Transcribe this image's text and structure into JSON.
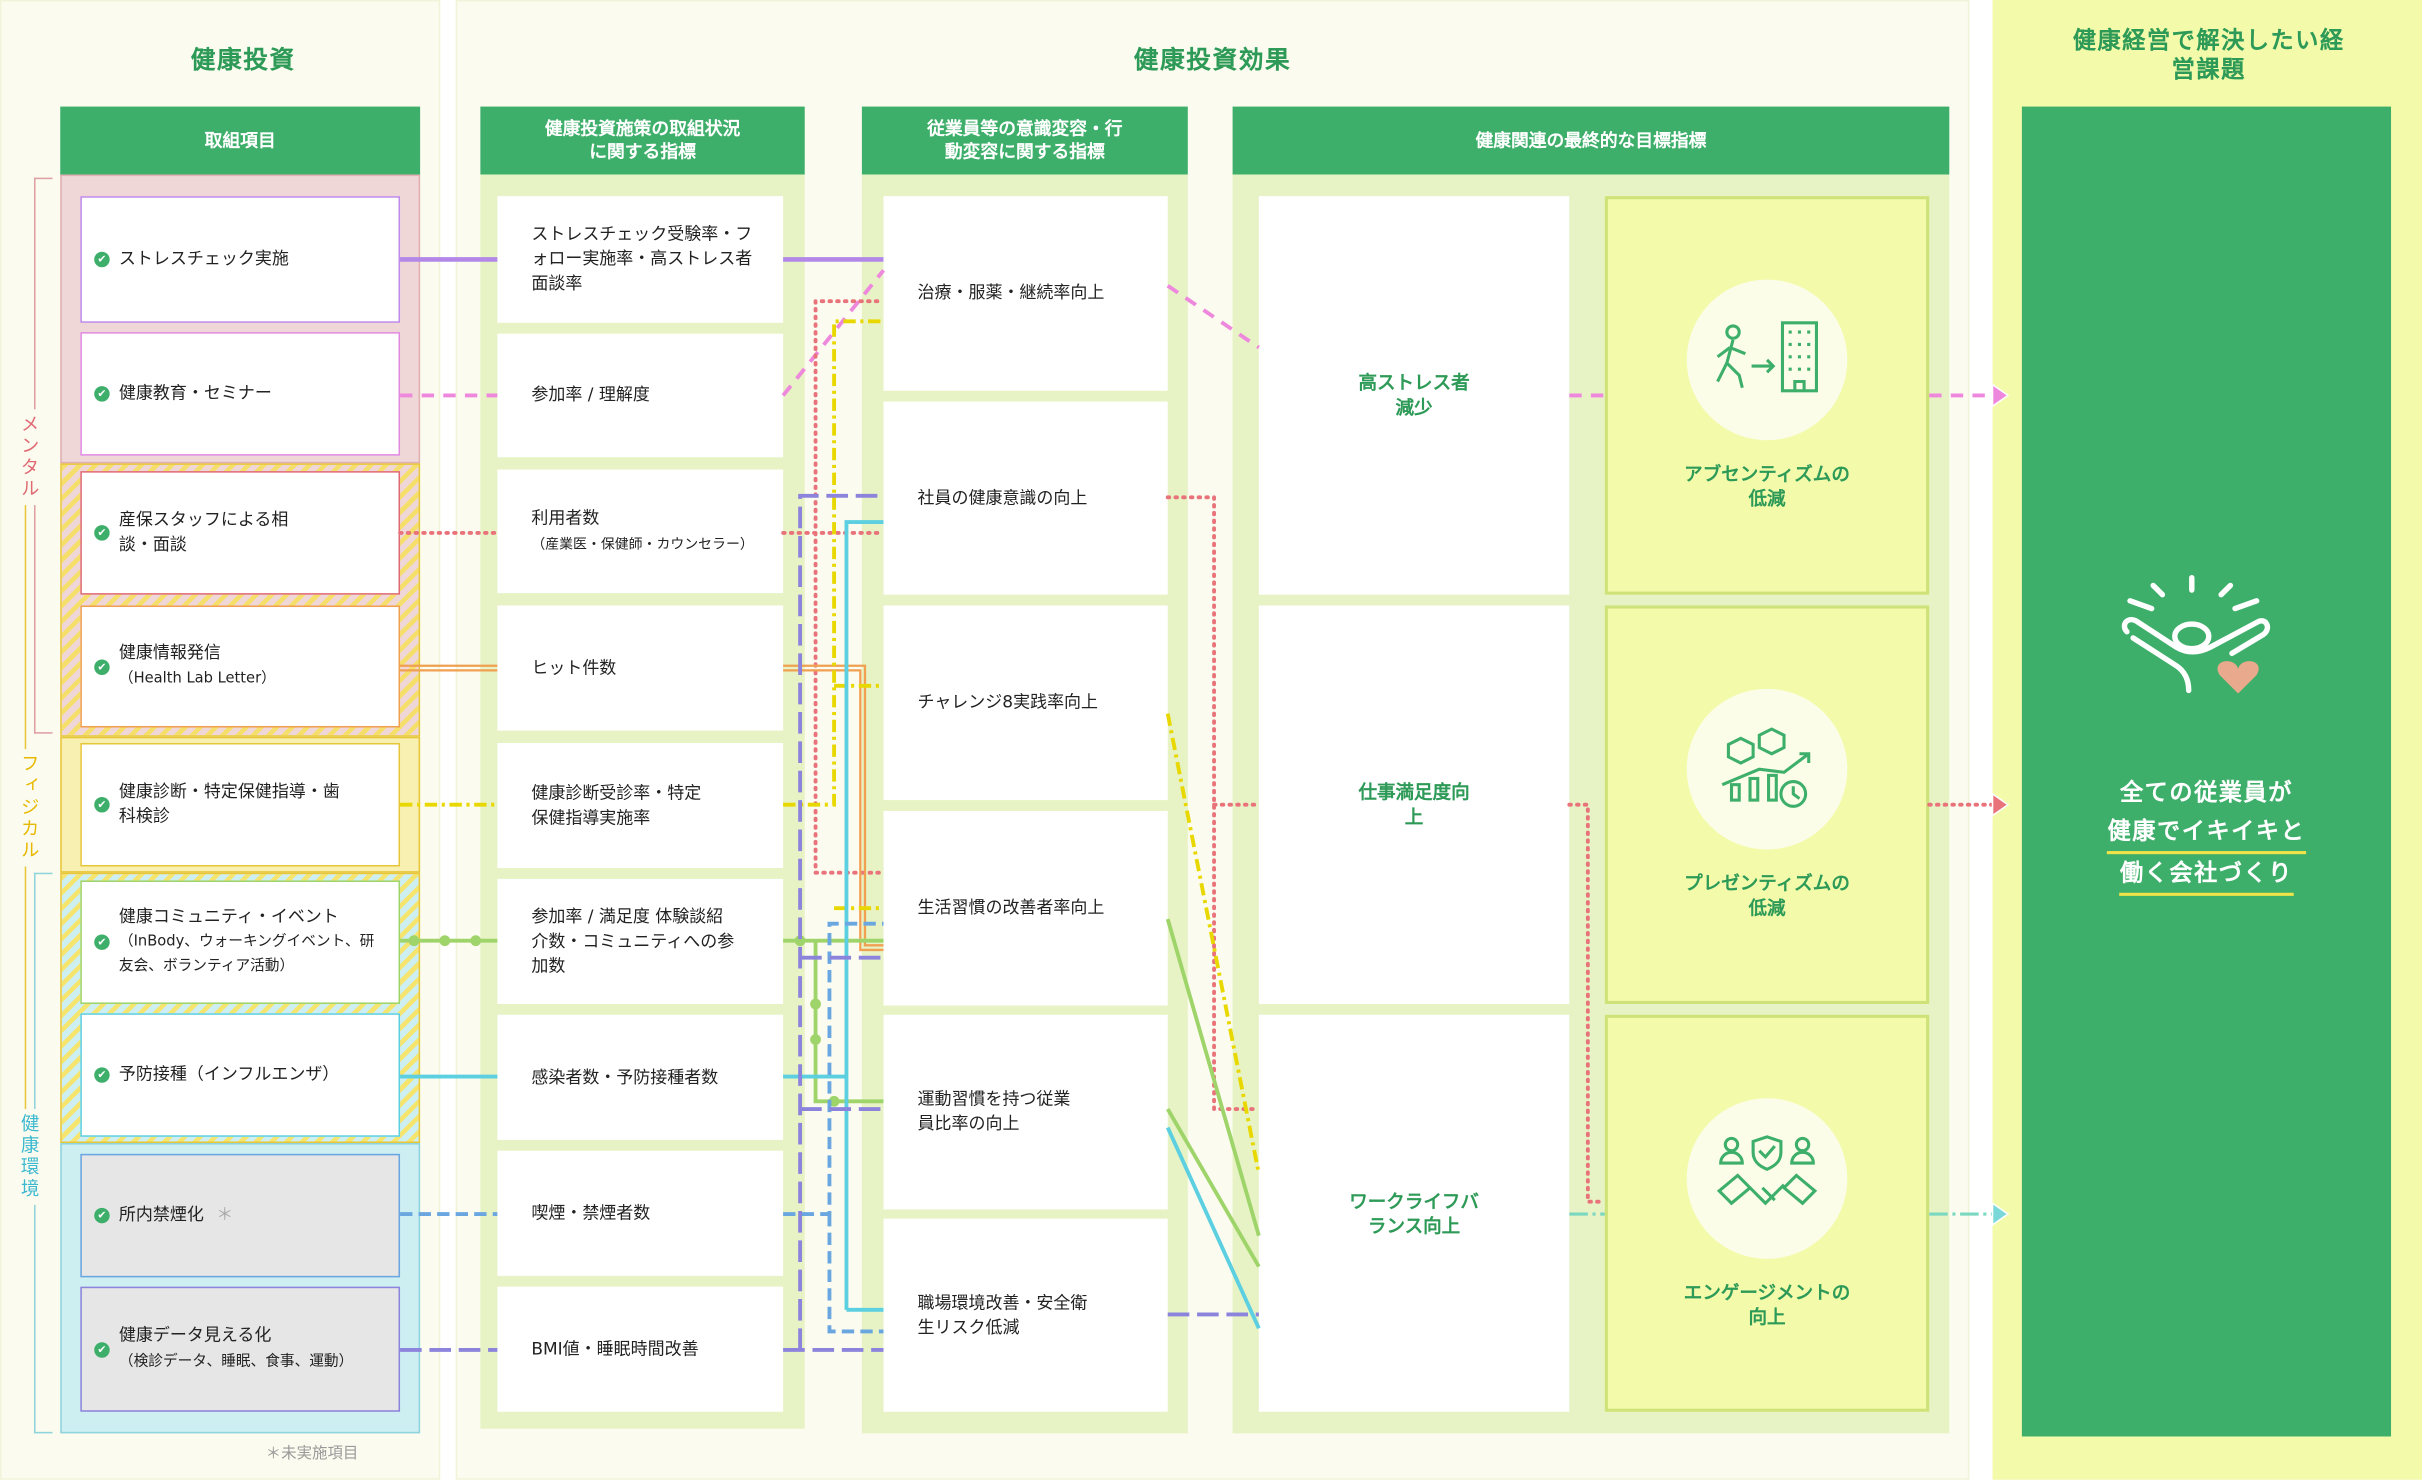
{
  "sections": {
    "investment": "健康投資",
    "effects": "健康投資効果",
    "management": "健康経営で解決したい経営課題"
  },
  "headers": {
    "col1": "取組項目",
    "col2": "健康投資施策の取組状況に関する指標",
    "col3": "従業員等の意識変容・行動変容に関する指標",
    "col4": "健康関連の最終的な目標指標"
  },
  "categories": {
    "mental": "メンタル",
    "physical": "フィジカル",
    "environment": "健康環境"
  },
  "initiatives": [
    {
      "label": "ストレスチェック実施",
      "sub": ""
    },
    {
      "label": "健康教育・セミナー",
      "sub": ""
    },
    {
      "label": "産保スタッフによる相談・面談",
      "sub": ""
    },
    {
      "label": "健康情報発信",
      "sub": "（Health Lab Letter）"
    },
    {
      "label": "健康診断・特定保健指導・歯科検診",
      "sub": ""
    },
    {
      "label": "健康コミュニティ・イベント",
      "sub": "（InBody、ウォーキングイベント、研友会、ボランティア活動）"
    },
    {
      "label": "予防接種（インフルエンザ）",
      "sub": ""
    },
    {
      "label": "所内禁煙化",
      "sub": "",
      "mark": "＊"
    },
    {
      "label": "健康データ見える化",
      "sub": "（検診データ、睡眠、食事、運動）"
    }
  ],
  "footnote": "＊未実施項目",
  "metrics": [
    {
      "label": "ストレスチェック受験率・フォロー実施率・高ストレス者面談率",
      "sub": ""
    },
    {
      "label": "参加率 / 理解度",
      "sub": ""
    },
    {
      "label": "利用者数",
      "sub": "（産業医・保健師・カウンセラー）"
    },
    {
      "label": "ヒット件数",
      "sub": ""
    },
    {
      "label": "健康診断受診率・特定保健指導実施率",
      "sub": ""
    },
    {
      "label": "参加率 / 満足度 体験談紹介数・コミュニティへの参加数",
      "sub": ""
    },
    {
      "label": "感染者数・予防接種者数",
      "sub": ""
    },
    {
      "label": "喫煙・禁煙者数",
      "sub": ""
    },
    {
      "label": "BMI値・睡眠時間改善",
      "sub": ""
    }
  ],
  "behaviors": [
    "治療・服薬・継続率向上",
    "社員の健康意識の向上",
    "チャレンジ8実践率向上",
    "生活習慣の改善者率向上",
    "運動習慣を持つ従業員比率の向上",
    "職場環境改善・安全衛生リスク低減"
  ],
  "goals": [
    "高ストレス者減少",
    "仕事満足度向上",
    "ワークライフバランス向上"
  ],
  "outcomes": [
    {
      "label": "アブセンティズムの低減",
      "icon": "walking-to-office-icon"
    },
    {
      "label": "プレゼンティズムの低減",
      "icon": "productivity-chart-icon"
    },
    {
      "label": "エンゲージメントの向上",
      "icon": "handshake-shield-icon"
    }
  ],
  "vision": {
    "line1": "全ての従業員が",
    "line2": "健康でイキイキと",
    "line3": "働く会社づくり"
  },
  "colors": {
    "green": "#3eaf6a",
    "yellow": "#f3fbaa",
    "heart": "#e8a98d"
  }
}
